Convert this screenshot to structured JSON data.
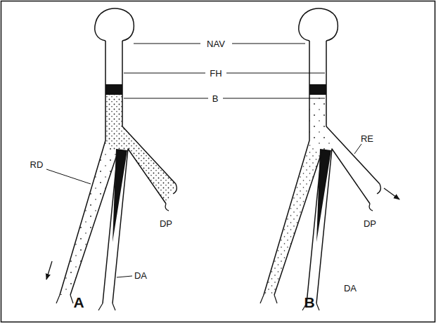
{
  "diagram": {
    "labels": [
      "NAV",
      "FH",
      "B",
      "RE",
      "RD",
      "DP",
      "DP",
      "DA",
      "DA",
      "A",
      "B"
    ]
  }
}
